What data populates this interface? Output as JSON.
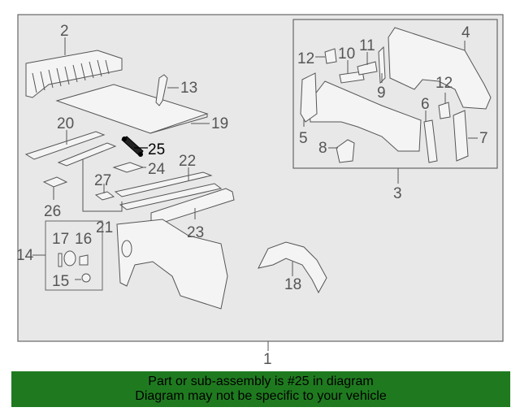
{
  "labels": {
    "l1": "1",
    "l2": "2",
    "l3": "3",
    "l4": "4",
    "l5": "5",
    "l6": "6",
    "l7": "7",
    "l8": "8",
    "l9": "9",
    "l10": "10",
    "l11": "11",
    "l12a": "12",
    "l12b": "12",
    "l13": "13",
    "l14": "14",
    "l15": "15",
    "l16": "16",
    "l17": "17",
    "l18": "18",
    "l19": "19",
    "l20": "20",
    "l21": "21",
    "l22": "22",
    "l23": "23",
    "l24": "24",
    "l25": "25",
    "l26": "26",
    "l27": "27"
  },
  "highlight_part": "25",
  "banner": {
    "line1": "Part or sub-assembly is #25 in diagram",
    "line2": "Diagram may not be specific to your vehicle",
    "color": "#1f7a1f"
  },
  "colors": {
    "background": "#e8e8e8",
    "frame": "#666666",
    "part_fill": "#f4f4f4"
  }
}
